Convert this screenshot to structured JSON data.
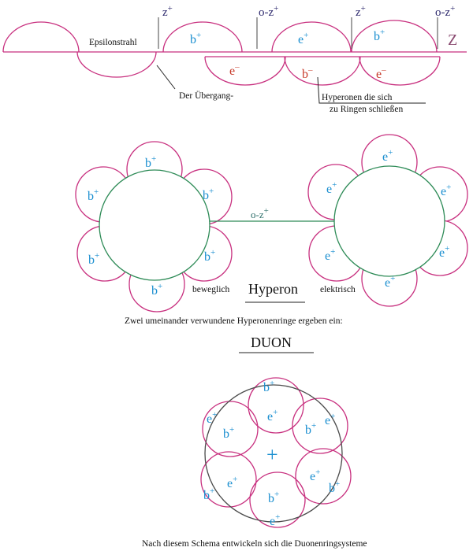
{
  "labels": {
    "z_top_1": "z",
    "z_top_2": "o-z",
    "z_top_3": "z",
    "z_top_4": "o-z",
    "z_right": "Z",
    "sup_plus": "+",
    "sup_minus": "–",
    "epsilonstrahl": "Epsilonstrahl",
    "uebergang": "Der Übergang-",
    "hyperonen_line1": "Hyperonen die sich",
    "hyperonen_line2": "zu Ringen schließen",
    "b": "b",
    "e": "e",
    "link": "o-z",
    "beweglich": "beweglich",
    "hyperon": "Hyperon",
    "elektrisch": "elektrisch",
    "zwei": "Zwei umeinander verwundene Hyperonenringe ergeben ein:",
    "duon": "DUON",
    "center_plus": "+",
    "nach": "Nach diesem Schema entwickeln sich die Duonenringsysteme"
  },
  "colors": {
    "petal": "#c8307f",
    "ring": "#2e8b57",
    "positive": "#1b8fd0",
    "negative": "#c83a2a",
    "z": "#2e2a6e"
  }
}
